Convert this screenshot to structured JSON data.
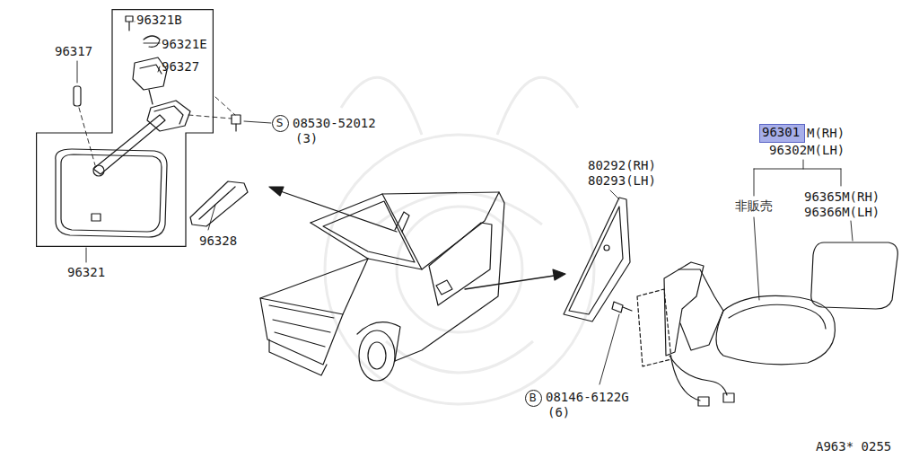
{
  "diagram": {
    "nodes": [
      {
        "text": [
          "96321B",
          "96321E",
          "96327"
        ]
      },
      {
        "text": [
          "96301"
        ]
      },
      {
        "text": [
          "S"
        ]
      },
      {
        "text": [
          "B"
        ]
      }
    ],
    "labels": [
      "96317",
      "08530-52012",
      "(3)",
      "96328",
      "96321",
      "80292(RH)",
      "80293(LH)",
      "M(RH)",
      "96302M(LH)",
      "非販売",
      "96365M(RH)",
      "96366M(LH)",
      "08146-6122G",
      "(6)",
      "A963* 0255"
    ]
  }
}
